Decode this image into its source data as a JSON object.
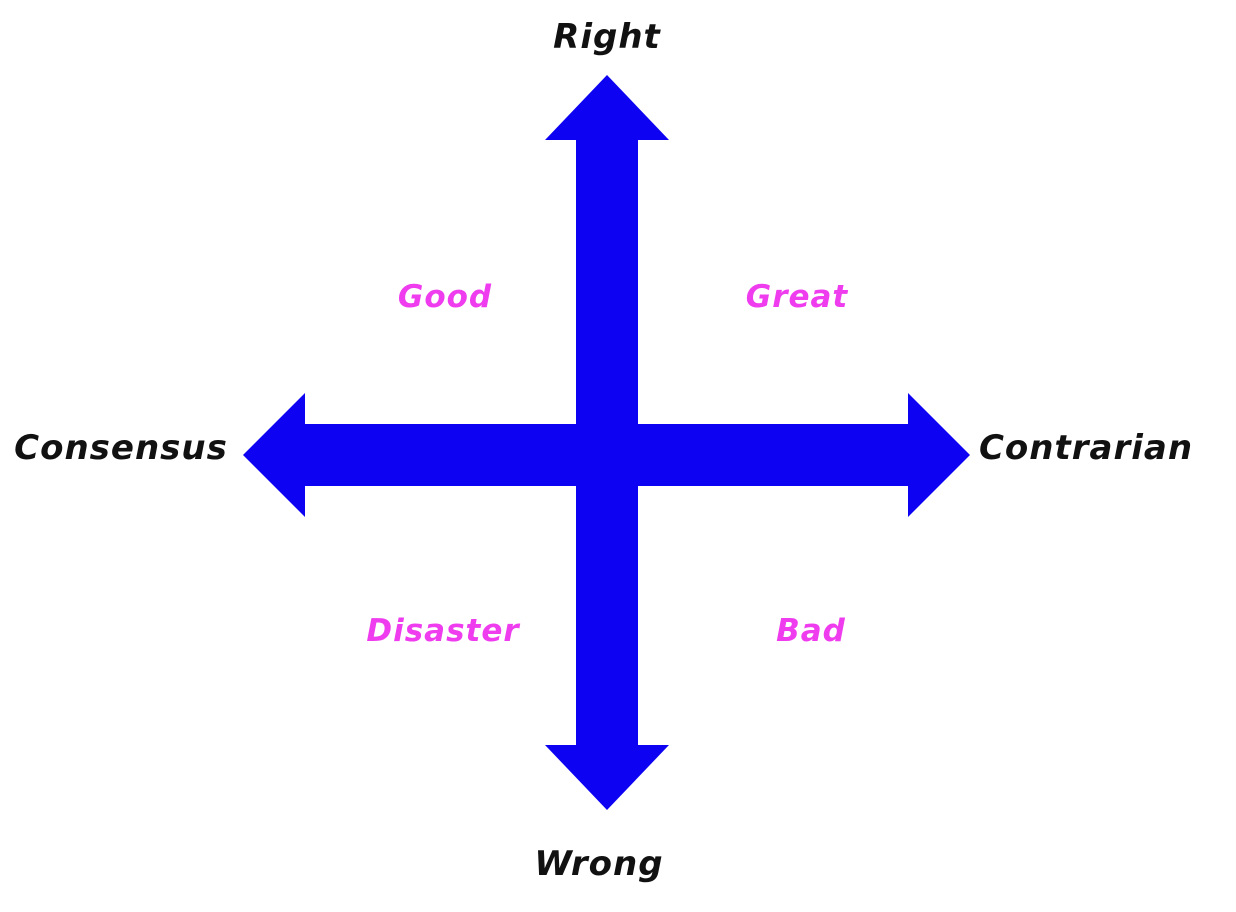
{
  "diagram": {
    "title": "consensus-contrarian right-wrong quadrant",
    "axes": {
      "vertical": {
        "top": "Right",
        "bottom": "Wrong"
      },
      "horizontal": {
        "left": "Consensus",
        "right": "Contrarian"
      }
    },
    "quadrants": {
      "top_left": "Good",
      "top_right": "Great",
      "bottom_left": "Disaster",
      "bottom_right": "Bad"
    },
    "colors": {
      "arrow": "#0d02f2",
      "axis_label": "#111111",
      "quadrant_label": "#ee3cee",
      "background": "#ffffff"
    }
  }
}
